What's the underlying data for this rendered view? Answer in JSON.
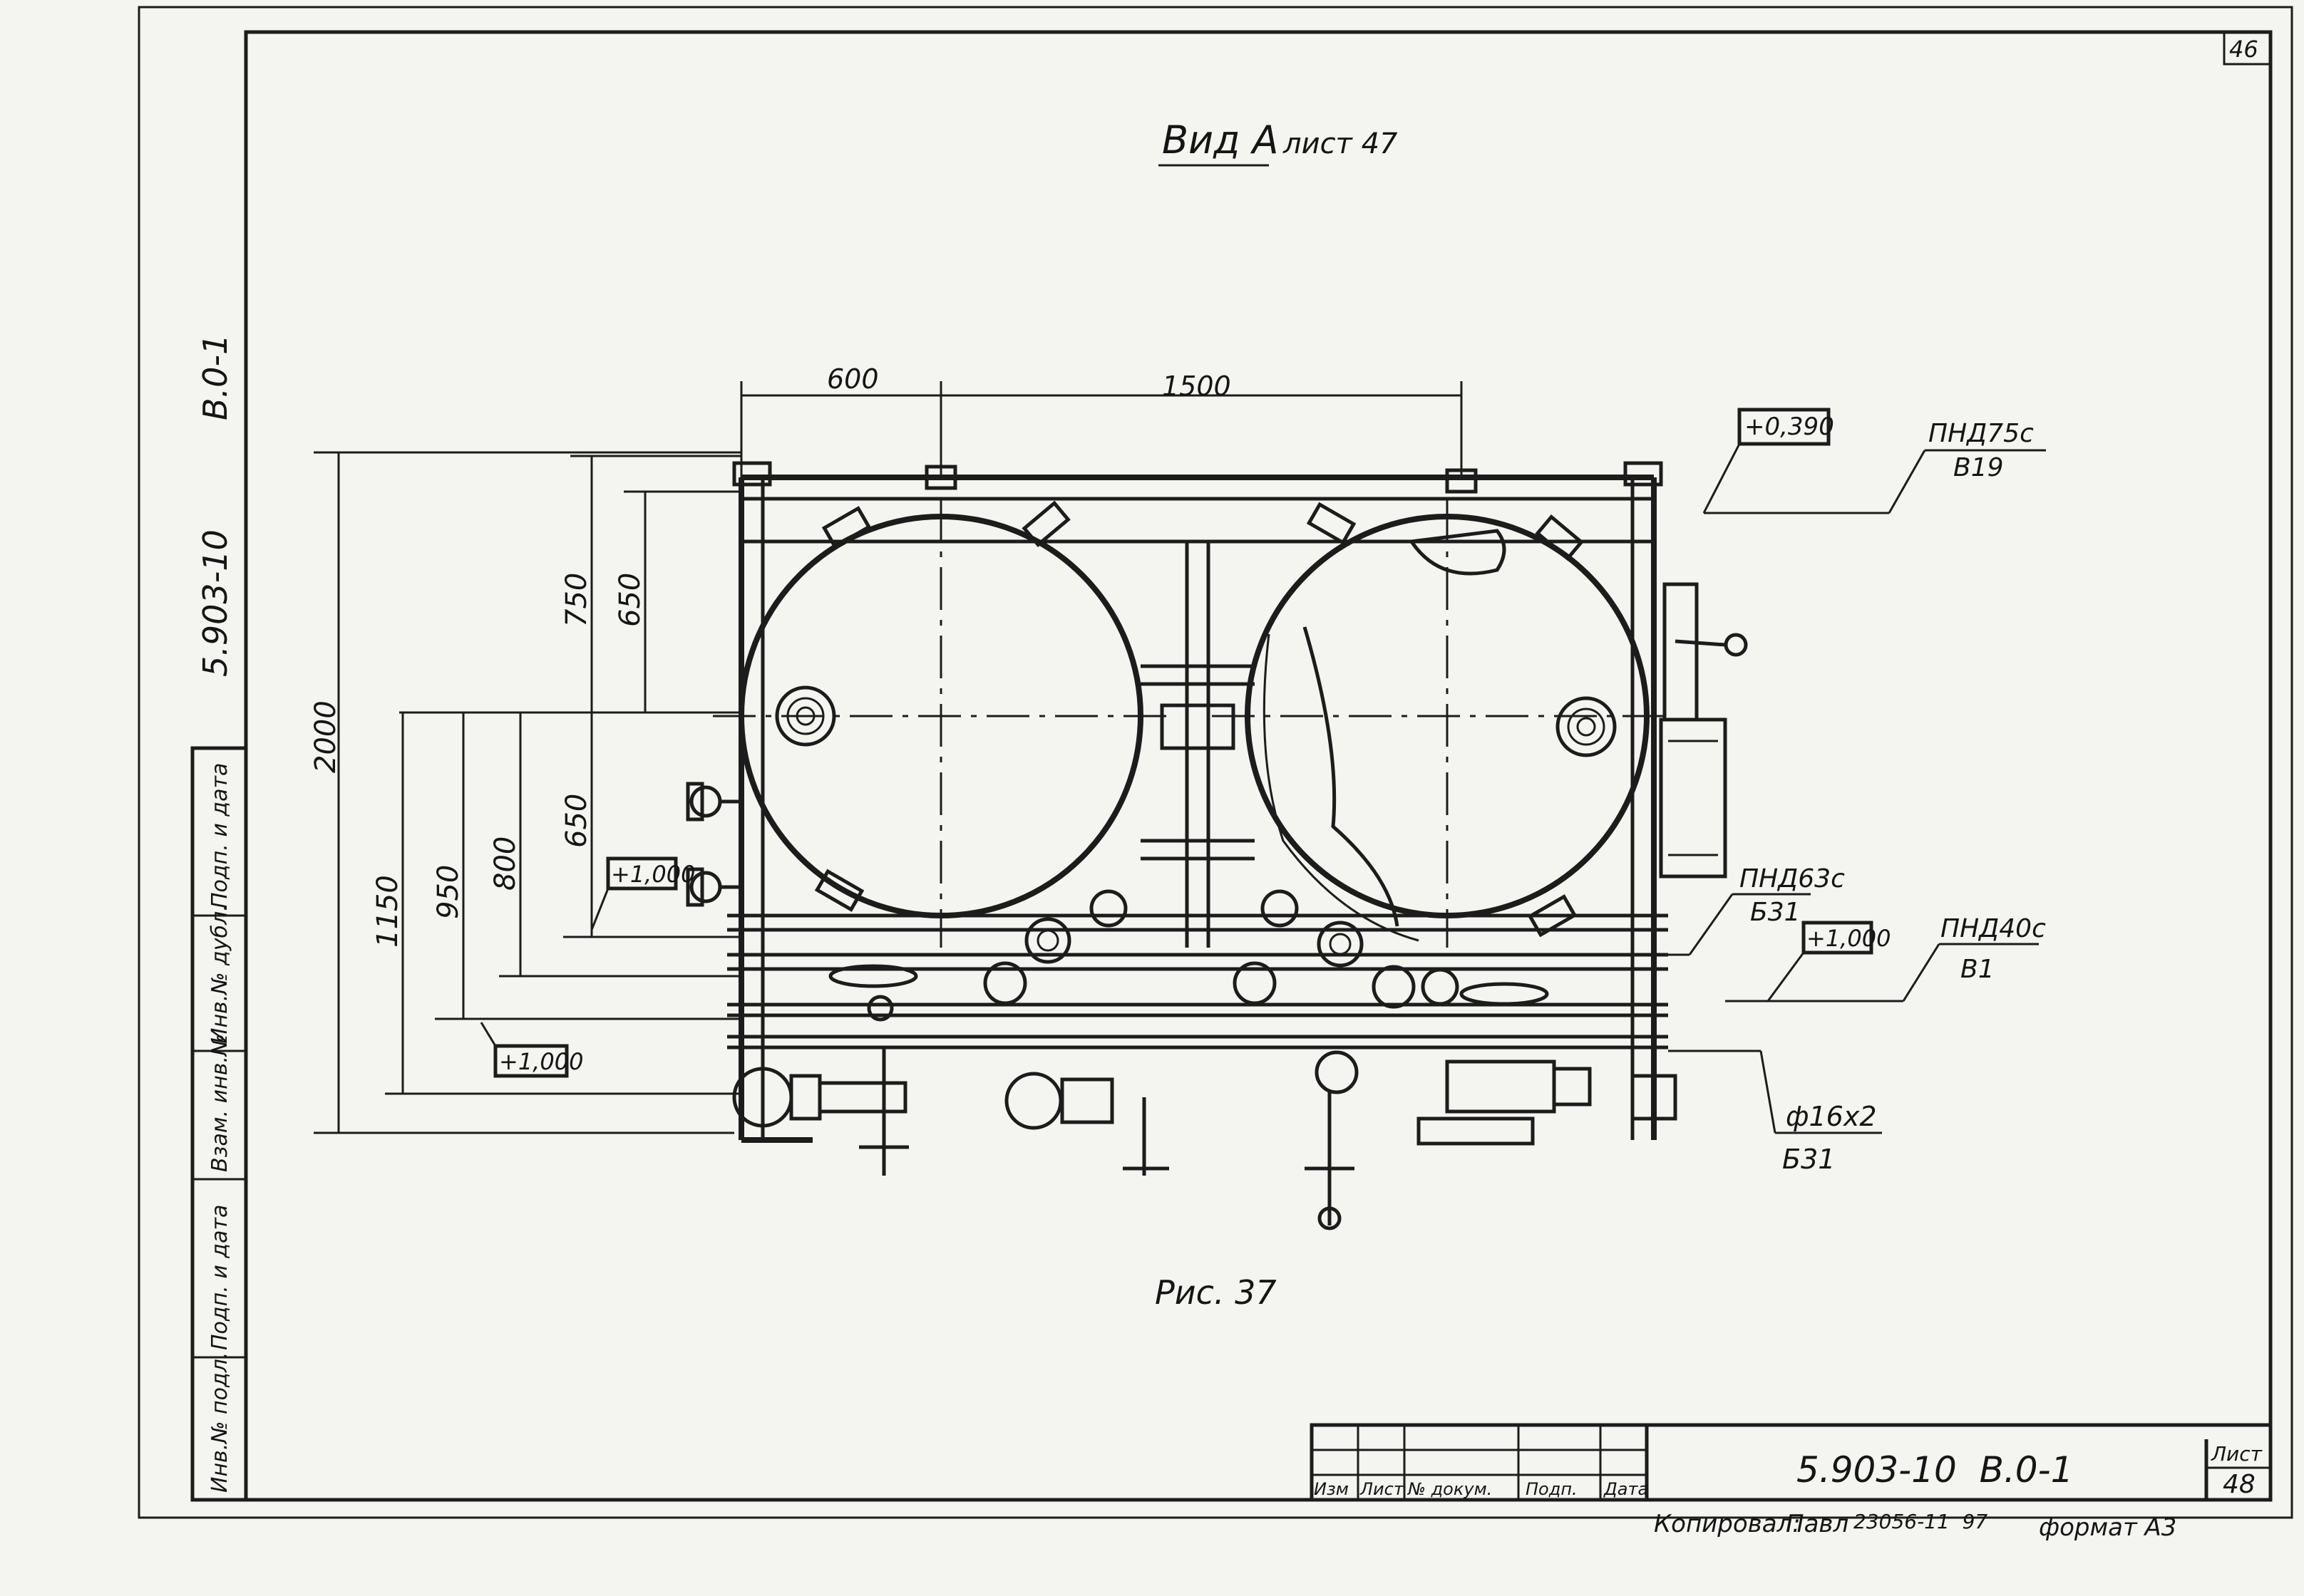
{
  "sheet_number_corner": "46",
  "view_title": "Вид А",
  "view_ref": "лист 47",
  "figure_caption": "Рис. 37",
  "dimensions": {
    "top_600": "600",
    "top_1500": "1500",
    "v_2000": "2000",
    "v_750": "750",
    "v_650_upper": "650",
    "v_650_lower": "650",
    "v_1150": "1150",
    "v_950": "950",
    "v_800": "800"
  },
  "elevations": {
    "top": "+0,390",
    "left_mid": "+1,000",
    "left_low": "+1,000",
    "right_mid": "+1,000"
  },
  "callouts": [
    {
      "line1": "ПНД75с",
      "line2": "В19"
    },
    {
      "line1": "ПНД63с",
      "line2": "Б31"
    },
    {
      "line1": "ПНД40с",
      "line2": "В1"
    },
    {
      "line1": "ф16х2",
      "line2": "Б31"
    }
  ],
  "side_stamp": {
    "doc_code": "5.903-10",
    "doc_sheet": "В.0-1",
    "cells": [
      "Подп. и дата",
      "Инв.№ дубл.",
      "Взам. инв.№",
      "Подп. и дата",
      "Инв.№ подл."
    ]
  },
  "title_block": {
    "headers": [
      "Изм",
      "Лист",
      "№ докум.",
      "Подп.",
      "Дата"
    ],
    "designation": "5.903-10  В.0-1",
    "sheet_label": "Лист",
    "sheet_value": "48"
  },
  "footer": {
    "copied_label": "Копировал:",
    "copied_sign": "Павл",
    "order": "23056-11  97",
    "format": "формат А3"
  }
}
